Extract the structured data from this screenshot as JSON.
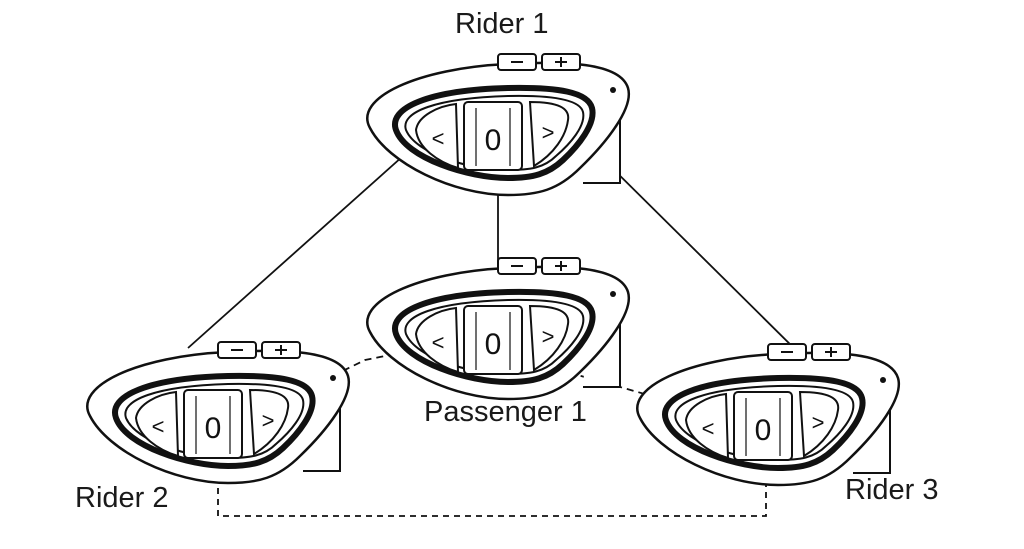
{
  "labels": {
    "rider1": "Rider 1",
    "rider2": "Rider 2",
    "rider3": "Rider 3",
    "passenger1": "Passenger 1"
  },
  "device": {
    "center_button": "0",
    "left_button": "<",
    "right_button": ">",
    "minus_key": "-",
    "plus_key": "+"
  },
  "links": [
    {
      "from": "Rider 1",
      "to": "Rider 2",
      "style": "solid"
    },
    {
      "from": "Rider 1",
      "to": "Rider 3",
      "style": "solid"
    },
    {
      "from": "Rider 1",
      "to": "Passenger 1",
      "style": "solid"
    },
    {
      "from": "Rider 2",
      "to": "Passenger 1",
      "style": "dashed"
    },
    {
      "from": "Passenger 1",
      "to": "Rider 3",
      "style": "dashed"
    },
    {
      "from": "Rider 2",
      "to": "Rider 3",
      "style": "dashed"
    }
  ],
  "colors": {
    "line": "#111111",
    "background": "#ffffff"
  }
}
